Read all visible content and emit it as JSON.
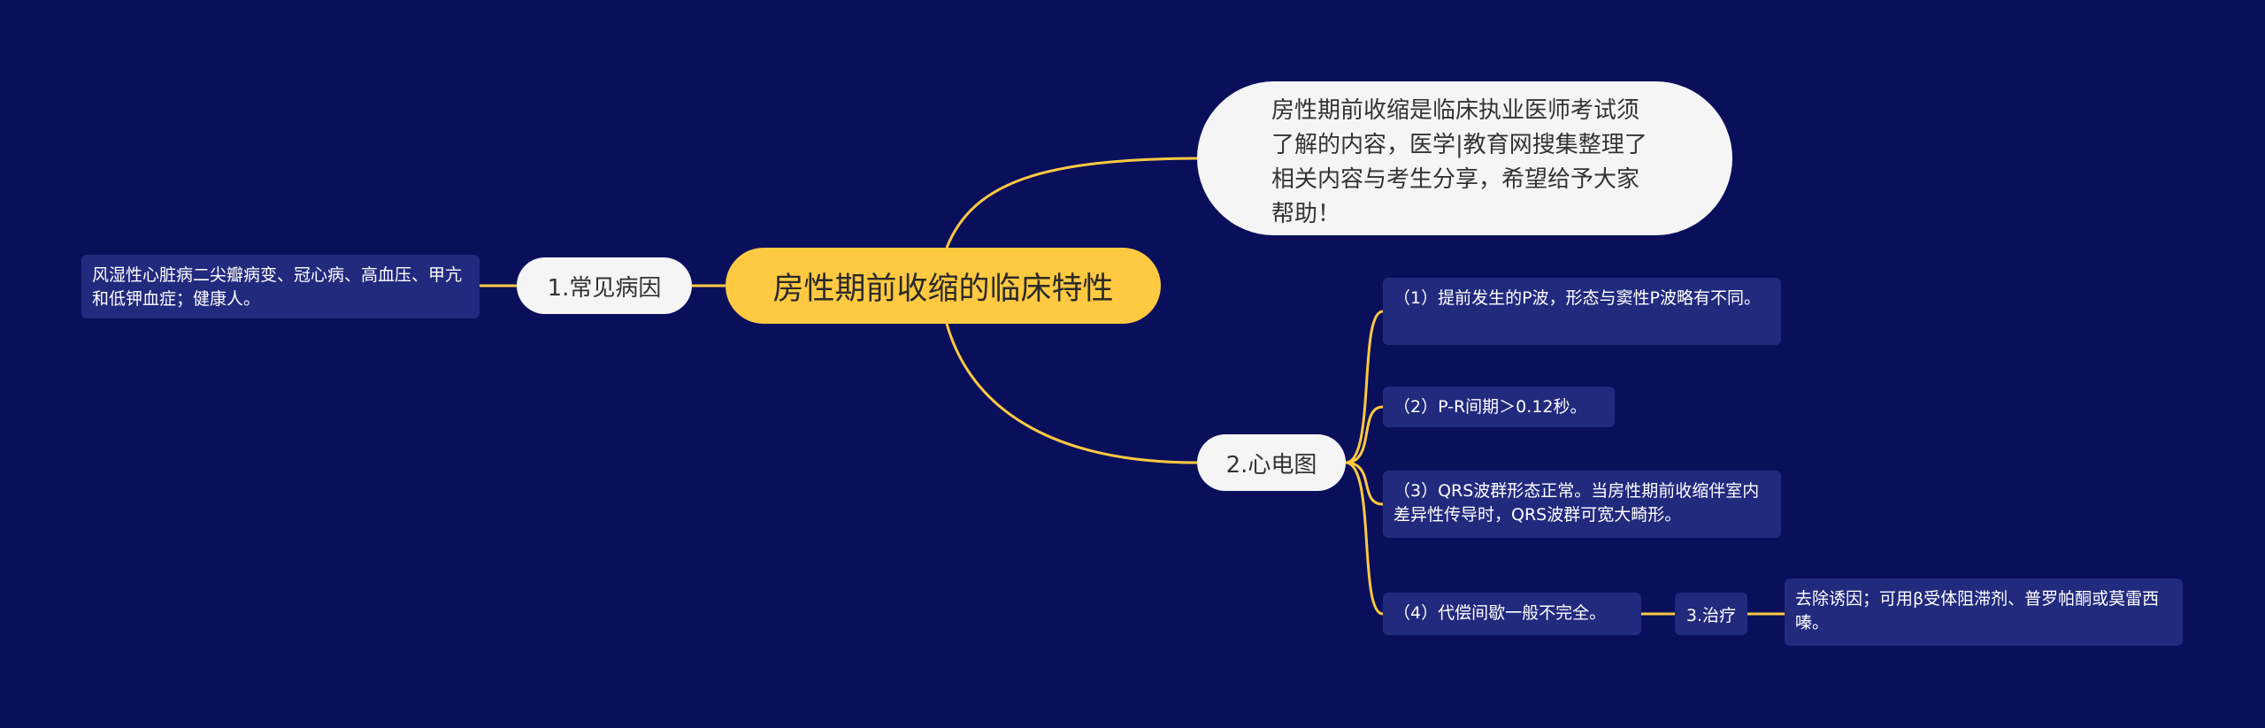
{
  "root": {
    "title": "房性期前收缩的临床特性"
  },
  "intro": {
    "text": "房性期前收缩是临床执业医师考试须了解的内容，医学|教育网搜集整理了相关内容与考生分享，希望给予大家帮助！"
  },
  "branches": {
    "causes": {
      "label": "1.常见病因",
      "detail": "风湿性心脏病二尖瓣病变、冠心病、高血压、甲亢和低钾血症；健康人。"
    },
    "ecg": {
      "label": "2.心电图",
      "items": [
        "（1）提前发生的P波，形态与窦性P波略有不同。",
        "（2）P-R间期＞0.12秒。",
        "（3）QRS波群形态正常。当房性期前收缩伴室内差异性传导时，QRS波群可宽大畸形。",
        "（4）代偿间歇一般不完全。"
      ]
    },
    "treatment": {
      "label": "3.治疗",
      "detail": "去除诱因；可用β受体阻滞剂、普罗帕酮或莫雷西嗪。"
    }
  },
  "colors": {
    "background": "#0a0f5c",
    "root": "#ffc941",
    "connector": "#ffc941",
    "main_node": "#f5f5f5",
    "leaf": "#222a7e"
  }
}
